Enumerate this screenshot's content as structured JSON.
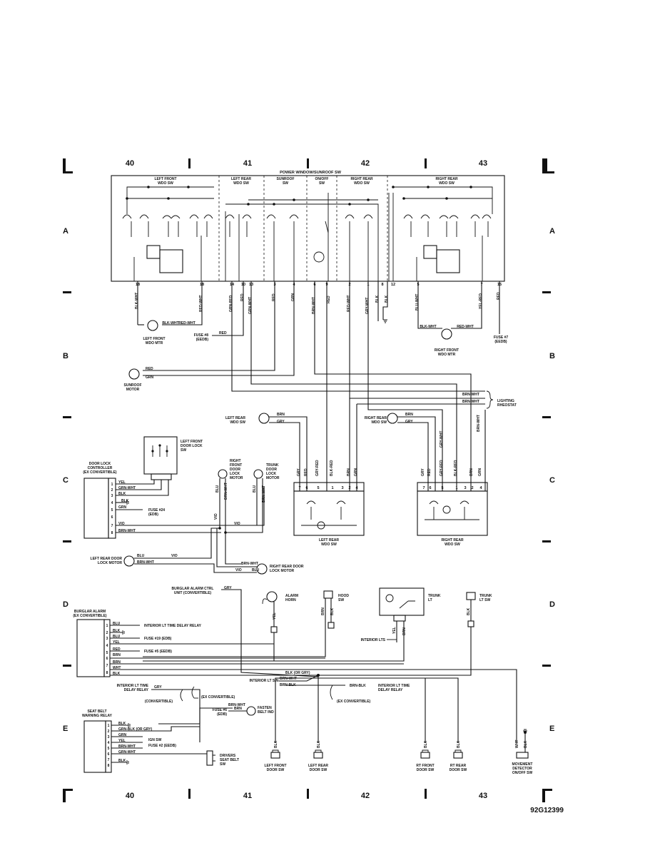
{
  "columns": [
    "40",
    "41",
    "42",
    "43"
  ],
  "rows": [
    "A",
    "B",
    "C",
    "D",
    "E"
  ],
  "diagram_id": "92G12399",
  "top_module": {
    "title": "POWER WINDOW/SUNROOF SW",
    "sections": [
      {
        "l1": "LEFT FRONT",
        "l2": "WDO SW"
      },
      {
        "l1": "LEFT REAR",
        "l2": "WDO SW"
      },
      {
        "l1": "SUNROOF",
        "l2": "SW"
      },
      {
        "l1": "ON/OFF",
        "l2": "SW"
      },
      {
        "l1": "RIGHT REAR",
        "l2": "WDO SW"
      },
      {
        "l1": "RIGHT REAR",
        "l2": "WDO SW"
      }
    ],
    "pins": [
      "18",
      "18",
      "14",
      "10",
      "13",
      "3",
      "4",
      "6",
      "9",
      "2",
      "1",
      "8",
      "12",
      "5",
      "7",
      "15"
    ],
    "wires": [
      "BLK-WHT",
      "RED-WHT",
      "GRN-RED",
      "RED",
      "GRN-WHT",
      "RED",
      "GRN",
      "BRN-WHT",
      "RED",
      "RED-WHT",
      "GRY-WHT",
      "BLK",
      "BLK",
      "BLU-WHT",
      "YEL-RED",
      "RED"
    ]
  },
  "components": {
    "lf_wdo_mtr": {
      "l1": "LEFT FRONT",
      "l2": "WDO MTR"
    },
    "rf_wdo_mtr": {
      "l1": "RIGHT FRONT",
      "l2": "WDO MTR"
    },
    "fuse8": {
      "l1": "FUSE #8",
      "l2": "(EEDB)"
    },
    "fuse7": {
      "l1": "FUSE #7",
      "l2": "(EEDB)"
    },
    "sunroof_motor": {
      "l1": "SUNROOF",
      "l2": "MOTOR"
    },
    "lighting_rheostat": {
      "l1": "LIGHTING",
      "l2": "RHEOSTAT"
    },
    "lr_wdo_sw_bot": {
      "l1": "LEFT REAR",
      "l2": "WDO SW"
    },
    "rr_wdo_sw_bot": {
      "l1": "RIGHT REAR",
      "l2": "WDO SW"
    },
    "lr_wdo_sw_lbl": {
      "l1": "LEFT REAR",
      "l2": "WDO SW"
    },
    "rr_wdo_sw_lbl": {
      "l1": "RIGHT REAR",
      "l2": "WDO SW"
    },
    "lf_door_lock_sw": {
      "l1": "LEFT FRONT",
      "l2": "DOOR LOCK",
      "l3": "SW"
    },
    "door_lock_ctrl": {
      "l1": "DOOR LOCK",
      "l2": "CONTROLLER",
      "l3": "(EX CONVERTIBLE)"
    },
    "rf_door_lock_motor": {
      "l1": "RIGHT",
      "l2": "FRONT",
      "l3": "DOOR",
      "l4": "LOCK",
      "l5": "MOTOR"
    },
    "trunk_lock_motor": {
      "l1": "TRUNK",
      "l2": "DOOR",
      "l3": "LOCK",
      "l4": "MOTOR"
    },
    "fuse24": {
      "l1": "FUSE #24",
      "l2": "(EDB)"
    },
    "lr_door_lock_motor": {
      "l1": "LEFT REAR DOOR",
      "l2": "LOCK MOTOR"
    },
    "rr_door_lock_motor": {
      "l1": "RIGHT REAR DOOR",
      "l2": "LOCK MOTOR"
    },
    "burglar_ctrl": {
      "l1": "BURGLAR ALARM CTRL",
      "l2": "UNIT (CONVERTIBLE)"
    },
    "alarm_horn": {
      "l1": "ALARM",
      "l2": "HORN"
    },
    "hood_sw": {
      "l1": "HOOD",
      "l2": "SW"
    },
    "trunk_lt": {
      "l1": "TRUNK",
      "l2": "LT"
    },
    "trunk_lt_sw": {
      "l1": "TRUNK",
      "l2": "LT SW"
    },
    "burglar_alarm": {
      "l1": "BURGLAR ALARM",
      "l2": "(EX CONVERTIBLE)"
    },
    "interior_lt_relay": "INTERIOR LT TIME DELAY RELAY",
    "fuse19": "FUSE #19 (EDB)",
    "fuse5": "FUSE #5 (EEDB)",
    "interior_lts": "INTERIOR LTS",
    "int_lt_delay_left": {
      "l1": "INTERIOR LT TIME",
      "l2": "DELAY RELAY"
    },
    "int_lt_delay_right": {
      "l1": "INTERIOR LT TIME",
      "l2": "DELAY RELAY"
    },
    "interior_lt_sw": "INTERIOR LT SW",
    "ex_conv_1": "(EX CONVERTIBLE)",
    "ex_conv_2": "(EX CONVERTIBLE)",
    "convertible": "(CONVERTIBLE)",
    "fuse6": {
      "l1": "FUSE #6",
      "l2": "(EDB)"
    },
    "fasten_belt": {
      "l1": "FASTEN",
      "l2": "BELT IND"
    },
    "seat_belt_relay": {
      "l1": "SEAT BELT",
      "l2": "WARNING RELAY"
    },
    "ign_sw": "IGN SW",
    "fuse2": "FUSE #2 (EEDB)",
    "drivers_seat_belt_sw": {
      "l1": "DRIVERS",
      "l2": "SEAT BELT",
      "l3": "SW"
    },
    "lf_door_sw": {
      "l1": "LEFT FRONT",
      "l2": "DOOR SW"
    },
    "lr_door_sw": {
      "l1": "LEFT REAR",
      "l2": "DOOR SW"
    },
    "rf_door_sw": {
      "l1": "RT FRONT",
      "l2": "DOOR SW"
    },
    "rr_door_sw": {
      "l1": "RT REAR",
      "l2": "DOOR SW"
    },
    "movement_det": {
      "l1": "MOVEMENT",
      "l2": "DETECTOR",
      "l3": "ON/OFF SW"
    }
  },
  "wire_labels": {
    "blk_wht": "BLK-WHT",
    "red_wht": "RED-WHT",
    "red": "RED",
    "grn": "GRN",
    "brn": "BRN",
    "gry": "GRY",
    "brn_wht": "BRN-WHT",
    "grn_wht": "GRN-WHT",
    "grn_red": "GRN-RED",
    "gry_red": "GRY-RED",
    "gry_wht": "GRY-WHT",
    "blk_red": "BLK-RED",
    "blu": "BLU",
    "blk": "BLK",
    "vio": "VIO",
    "yel": "YEL",
    "wht": "WHT",
    "blk_or_gry": "BLK (OR GRY)",
    "brn_blk": "BRN-BLK",
    "grn_blk_or_gry": "GRN-BLK (OR GRY)",
    "blk_or_gry2": "BLK (OR GRY)",
    "yel_red": "YEL-RED"
  },
  "lr_sw_pins": [
    "7",
    "6",
    "5",
    "1",
    "3",
    "2",
    "4"
  ],
  "rr_sw_pins": [
    "7",
    "6",
    "5",
    "1",
    "3",
    "2",
    "4"
  ],
  "dl_ctrl_pins": [
    "1",
    "2",
    "3",
    "4",
    "5",
    "6",
    "7",
    "8"
  ],
  "ba_pins": [
    "1",
    "2",
    "3",
    "4",
    "5",
    "6",
    "7",
    "8"
  ],
  "sb_pins": [
    "1",
    "2",
    "3",
    "4",
    "5",
    "6",
    "7",
    "8"
  ]
}
